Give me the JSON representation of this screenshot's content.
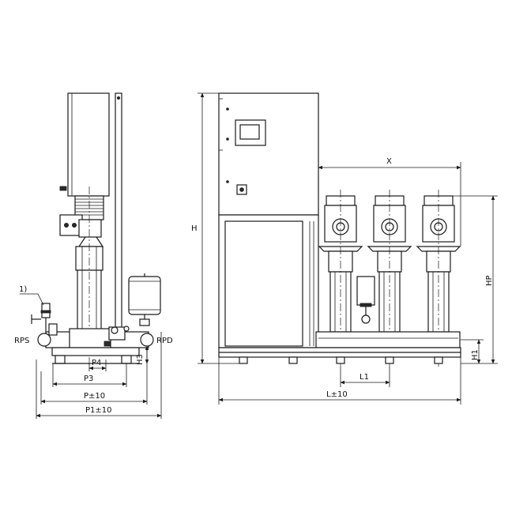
{
  "labels": {
    "note_ref": "1)",
    "rps": "RPS",
    "rpd": "RPD",
    "h3": "H3",
    "p4": "P4",
    "p3": "P3",
    "p_tol": "P±10",
    "p1_tol": "P1±10",
    "h": "H",
    "x": "X",
    "hp": "HP",
    "h1": "H1",
    "l1": "L1",
    "l_tol": "L±10"
  },
  "colors": {
    "line": "#1a1a1a",
    "background": "#ffffff"
  }
}
